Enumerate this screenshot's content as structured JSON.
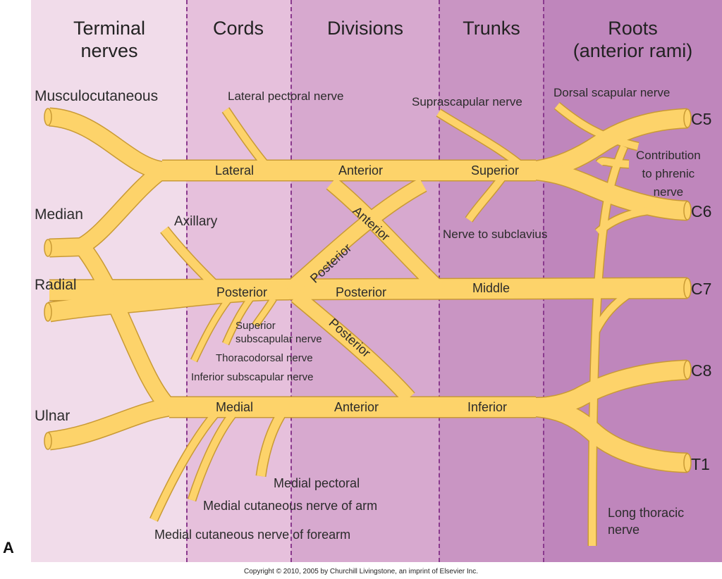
{
  "headers": {
    "terminal_nerves": "Terminal\nnerves",
    "cords": "Cords",
    "divisions": "Divisions",
    "trunks": "Trunks",
    "roots": "Roots\n(anterior rami)"
  },
  "roots": [
    "C5",
    "C6",
    "C7",
    "C8",
    "T1"
  ],
  "terminal_nerves": {
    "musculocutaneous": "Musculocutaneous",
    "median": "Median",
    "radial": "Radial",
    "ulnar": "Ulnar",
    "axillary": "Axillary"
  },
  "cords": {
    "lateral": "Lateral",
    "posterior": "Posterior",
    "medial": "Medial"
  },
  "divisions": {
    "anterior_upper": "Anterior",
    "anterior_diag": "Anterior",
    "posterior_diag_up": "Posterior",
    "posterior_mid": "Posterior",
    "posterior_diag_down": "Posterior",
    "anterior_lower": "Anterior"
  },
  "trunks": {
    "superior": "Superior",
    "middle": "Middle",
    "inferior": "Inferior"
  },
  "branches": {
    "lateral_pectoral": "Lateral pectoral nerve",
    "suprascapular": "Suprascapular nerve",
    "dorsal_scapular": "Dorsal scapular nerve",
    "phrenic_contribution": "Contribution\nto phrenic\nnerve",
    "subclavius": "Nerve to subclavius",
    "superior_subscapular": "Superior\nsubscapular nerve",
    "thoracodorsal": "Thoracodorsal nerve",
    "inferior_subscapular": "Inferior subscapular nerve",
    "medial_pectoral": "Medial pectoral",
    "medial_cutaneous_arm": "Medial cutaneous nerve of arm",
    "medial_cutaneous_forearm": "Medial cutaneous nerve of forearm",
    "long_thoracic": "Long thoracic\nnerve"
  },
  "panel_letter": "A",
  "copyright": "Copyright © 2010, 2005 by Churchill Livingstone, an imprint of Elsevier Inc.",
  "colors": {
    "nerve_fill": "#fdd36a",
    "nerve_outline": "#c99a34",
    "band_terminal": "#f1dcea",
    "band_cords": "#e6c0dc",
    "band_divisions": "#d7a9cf",
    "band_trunks": "#c995c3",
    "band_roots": "#bf86bc",
    "divider": "#8a3a8e"
  }
}
